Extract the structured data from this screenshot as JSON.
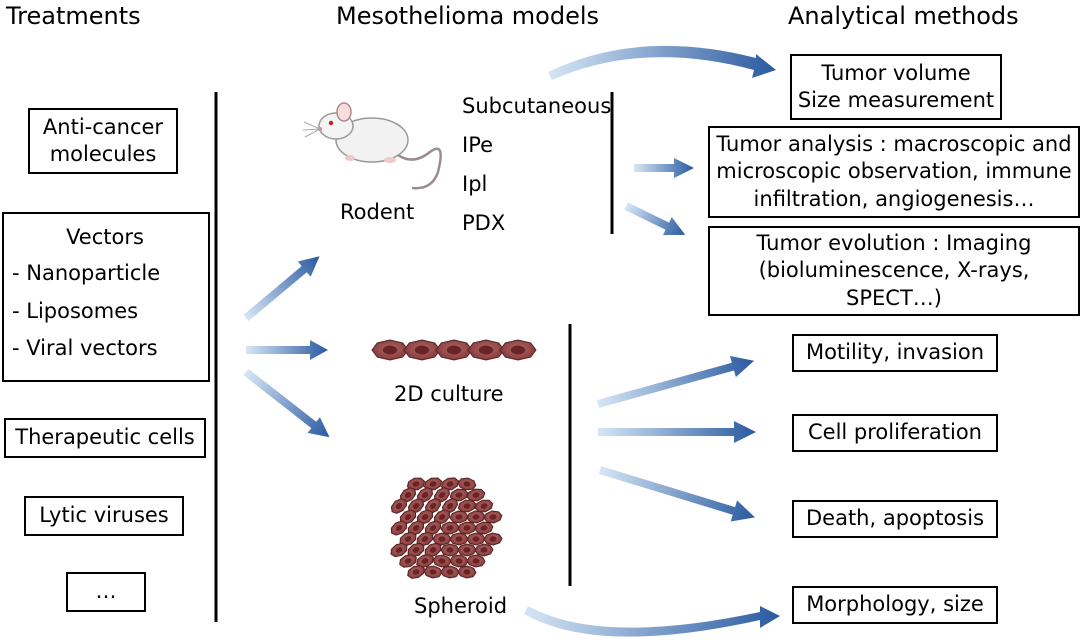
{
  "headers": {
    "treatments": "Treatments",
    "models": "Mesothelioma models",
    "methods": "Analytical methods"
  },
  "treatments": {
    "anticancer": [
      "Anti-cancer",
      "molecules"
    ],
    "vectors": {
      "title": "Vectors",
      "items": [
        "- Nanoparticle",
        "- Liposomes",
        "- Viral vectors"
      ]
    },
    "therapeutic_cells": "Therapeutic cells",
    "lytic_viruses": "Lytic viruses",
    "ellipsis": "…"
  },
  "models": {
    "rodent": "Rodent",
    "routes": [
      "Subcutaneous",
      "IPe",
      "Ipl",
      "PDX"
    ],
    "culture_2d": "2D culture",
    "spheroid": "Spheroid"
  },
  "methods": {
    "tumor_volume": [
      "Tumor volume",
      "Size measurement"
    ],
    "tumor_analysis": [
      "Tumor analysis : macroscopic and",
      "microscopic observation, immune",
      "infiltration, angiogenesis…"
    ],
    "tumor_evolution": [
      "Tumor evolution : Imaging",
      "(bioluminescence, X-rays,",
      "SPECT…)"
    ],
    "motility": "Motility, invasion",
    "proliferation": "Cell proliferation",
    "death": "Death, apoptosis",
    "morphology": "Morphology, size"
  },
  "colors": {
    "arrow_dark": "#2a5aa0",
    "arrow_light": "#d6e6f6",
    "cell_fill": "#9c4a4a",
    "cell_nucleus": "#6a2424",
    "line": "#000000"
  }
}
